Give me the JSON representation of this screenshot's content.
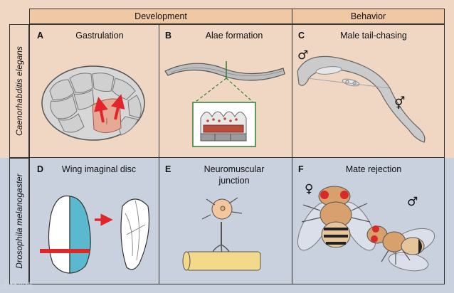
{
  "headers": {
    "development": "Development",
    "behavior": "Behavior"
  },
  "organisms": {
    "c_elegans": "Caenorhabditis elegans",
    "drosophila": "Drosophila melanogaster"
  },
  "panels": [
    {
      "letter": "A",
      "title": "Gastrulation"
    },
    {
      "letter": "B",
      "title": "Alae formation"
    },
    {
      "letter": "C",
      "title": "Male tail-chasing"
    },
    {
      "letter": "D",
      "title": "Wing imaginal disc"
    },
    {
      "letter": "E",
      "title_line1": "Neuromuscular",
      "title_line2": "junction"
    },
    {
      "letter": "F",
      "title": "Mate rejection"
    }
  ],
  "symbols": {
    "male": "♂",
    "hermaphrodite": "⚥",
    "female": "♀"
  },
  "watermark": "大数跨境",
  "colors": {
    "top_band": "#efd7c4",
    "bottom_band": "#c9d1df",
    "arrow_red": "#e0262b",
    "disc_blue": "#5ab9cf"
  },
  "icons": [
    "red-arrow-icon",
    "male-symbol-icon",
    "female-symbol-icon"
  ]
}
